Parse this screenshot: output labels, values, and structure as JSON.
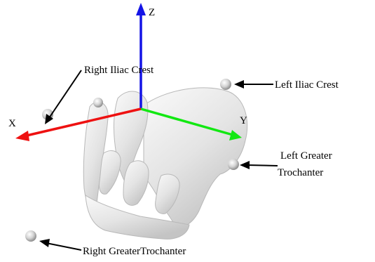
{
  "axes": {
    "z_label": "Z",
    "y_label": "Y",
    "x_label": "X",
    "z_color": "#1414e6",
    "y_color": "#12e812",
    "x_color": "#ee1111"
  },
  "landmarks": {
    "right_iliac_crest": "Right Iliac Crest",
    "left_iliac_crest": "Left Iliac Crest",
    "left_greater_trochanter_line1": "Left Greater",
    "left_greater_trochanter_line2": "Trochanter",
    "right_greater_trochanter": "Right GreaterTrochanter"
  }
}
